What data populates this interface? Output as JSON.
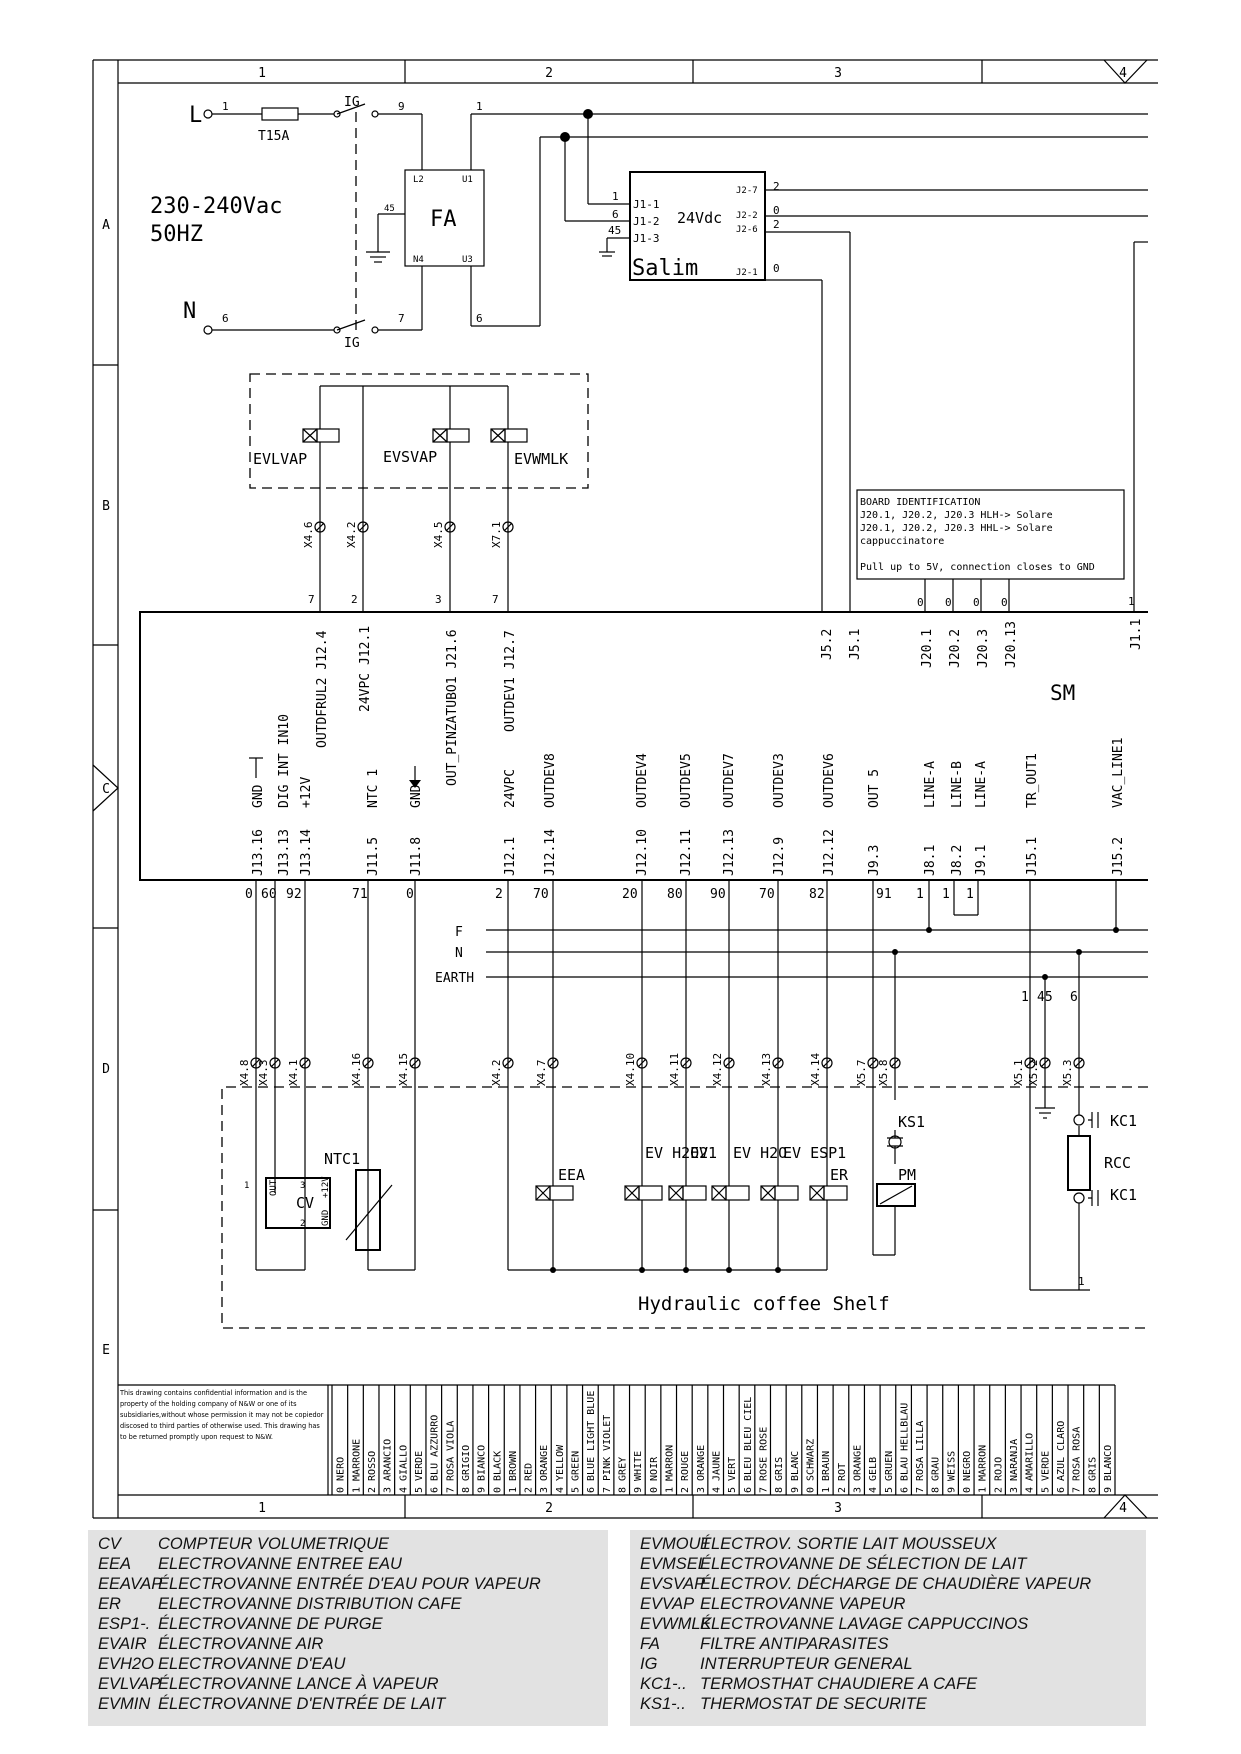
{
  "frame": {
    "columns": [
      "1",
      "2",
      "3",
      "4"
    ],
    "rows": [
      "A",
      "B",
      "C",
      "D",
      "E"
    ]
  },
  "supply": {
    "line": "L",
    "neutral": "N",
    "fuse": "T15A",
    "voltage": "230-240Vac",
    "frequency": "50HZ",
    "switch_label": "IG",
    "filter_label": "FA",
    "filter_terminals": [
      "L2",
      "U1",
      "N4",
      "U3"
    ],
    "ground_wire": "45",
    "wire_numbers": [
      "1",
      "9",
      "1",
      "6",
      "7",
      "6"
    ]
  },
  "psu": {
    "name": "Salim",
    "output": "24Vdc",
    "inputs": [
      "J1-1",
      "J1-2",
      "J1-3"
    ],
    "input_wires": [
      "1",
      "6",
      "45"
    ],
    "outputs": [
      "J2-7",
      "J2-2",
      "J2-6",
      "J2-1"
    ],
    "output_wires": [
      "2",
      "0",
      "2",
      "0"
    ]
  },
  "top_valves": {
    "labels": [
      "EVLVAP",
      "EVSVAP",
      "EVWMLK"
    ],
    "connectors": [
      "X4.6",
      "X4.2",
      "X4.5",
      "X7.1"
    ],
    "wires": [
      "7",
      "2",
      "3",
      "7"
    ]
  },
  "board_note": {
    "lines": [
      "BOARD IDENTIFICATION",
      "J20.1, J20.2, J20.3  HLH-> Solare",
      "J20.1, J20.2, J20.3  HHL-> Solare",
      "cappuccinatore",
      "",
      "Pull up to 5V, connection closes to GND"
    ],
    "bits": [
      "0",
      "0",
      "0",
      "0"
    ]
  },
  "board": {
    "name": "SM",
    "top_pins": [
      "OUTDFRUL2 J12.4",
      "24VPC J12.1",
      "OUT_PINZATUBO1 J21.6",
      "OUTDEV1 J12.7",
      "J5.2",
      "J5.1",
      "J20.1",
      "J20.2",
      "J20.3",
      "J20.13",
      "J1.1"
    ],
    "top_wire_right": "1",
    "bottom_signals": [
      "GND",
      "DIG INT IN10",
      "+12V",
      "NTC 1",
      "GND",
      "24VPC",
      "OUTDEV8",
      "OUTDEV4",
      "OUTDEV5",
      "OUTDEV7",
      "OUTDEV3",
      "OUTDEV6",
      "OUT 5",
      "LINE-A",
      "LINE-B",
      "LINE-A",
      "TR_OUT1",
      "VAC_LINE1"
    ],
    "bottom_pins": [
      "J13.16",
      "J13.13",
      "J13.14",
      "J11.5",
      "J11.8",
      "J12.1",
      "J12.14",
      "J12.10",
      "J12.11",
      "J12.13",
      "J12.9",
      "J12.12",
      "J9.3",
      "J8.1",
      "J8.2",
      "J9.1",
      "J15.1",
      "J15.2"
    ],
    "bottom_wires": [
      "0",
      "60",
      "92",
      "71",
      "0",
      "2",
      "70",
      "20",
      "80",
      "90",
      "70",
      "82",
      "91",
      "1",
      "1",
      "1"
    ]
  },
  "bus": {
    "labels": [
      "F",
      "N",
      "EARTH"
    ],
    "taps": [
      "1",
      "45",
      "6"
    ]
  },
  "shelf": {
    "title": "Hydraulic coffee Shelf",
    "connectors": [
      "X4.8",
      "X4.3",
      "X4.1",
      "X4.16",
      "X4.15",
      "X4.2",
      "X4.7",
      "X4.10",
      "X4.11",
      "X4.12",
      "X4.13",
      "X4.14",
      "X5.7",
      "X5.8",
      "X5.1",
      "X5.2",
      "X5.3"
    ],
    "components": [
      "NTC1",
      "CV",
      "EEA",
      "EV H2O2",
      "EV1",
      "EV H2O",
      "EV ESP1",
      "ER",
      "KS1",
      "PM",
      "KC1",
      "RCC",
      "KC1"
    ],
    "cv_pins": [
      "OUT",
      "3",
      "1",
      "2",
      "GND",
      "+12V"
    ],
    "bottom_wire": "1"
  },
  "confidential": "This drawing contains confidential information and is the property of the holding company of N&W or one of its subsidiaries,without whose permission it may not be copiedor discosed to third parties of otherwise used. This drawing has to be returned promptly upon request to N&W.",
  "color_codes": [
    [
      "0",
      "NERO"
    ],
    [
      "1",
      "MARRONE"
    ],
    [
      "2",
      "ROSSO"
    ],
    [
      "3",
      "ARANCIO"
    ],
    [
      "4",
      "GIALLO"
    ],
    [
      "5",
      "VERDE"
    ],
    [
      "6",
      "BLU AZZURRO"
    ],
    [
      "7",
      "ROSA VIOLA"
    ],
    [
      "8",
      "GRIGIO"
    ],
    [
      "9",
      "BIANCO"
    ],
    [
      "0",
      "BLACK"
    ],
    [
      "1",
      "BROWN"
    ],
    [
      "2",
      "RED"
    ],
    [
      "3",
      "ORANGE"
    ],
    [
      "4",
      "YELLOW"
    ],
    [
      "5",
      "GREEN"
    ],
    [
      "6",
      "BLUE LIGHT BLUE"
    ],
    [
      "7",
      "PINK VIOLET"
    ],
    [
      "8",
      "GREY"
    ],
    [
      "9",
      "WHITE"
    ],
    [
      "0",
      "NOIR"
    ],
    [
      "1",
      "MARRON"
    ],
    [
      "2",
      "ROUGE"
    ],
    [
      "3",
      "ORANGE"
    ],
    [
      "4",
      "JAUNE"
    ],
    [
      "5",
      "VERT"
    ],
    [
      "6",
      "BLEU BLEU CIEL"
    ],
    [
      "7",
      "ROSE ROSE"
    ],
    [
      "8",
      "GRIS"
    ],
    [
      "9",
      "BLANC"
    ],
    [
      "0",
      "SCHWARZ"
    ],
    [
      "1",
      "BRAUN"
    ],
    [
      "2",
      "ROT"
    ],
    [
      "3",
      "ORANGE"
    ],
    [
      "4",
      "GELB"
    ],
    [
      "5",
      "GRUEN"
    ],
    [
      "6",
      "BLAU HELLBLAU"
    ],
    [
      "7",
      "ROSA LILLA"
    ],
    [
      "8",
      "GRAU"
    ],
    [
      "9",
      "WEISS"
    ],
    [
      "0",
      "NEGRO"
    ],
    [
      "1",
      "MARRON"
    ],
    [
      "2",
      "ROJO"
    ],
    [
      "3",
      "NARANJA"
    ],
    [
      "4",
      "AMARILLO"
    ],
    [
      "5",
      "VERDE"
    ],
    [
      "6",
      "AZUL CLARO"
    ],
    [
      "7",
      "ROSA ROSA"
    ],
    [
      "8",
      "GRIS"
    ],
    [
      "9",
      "BLANCO"
    ]
  ],
  "legend_left": [
    {
      "code": "CV",
      "desc": "COMPTEUR VOLUMETRIQUE"
    },
    {
      "code": "EEA",
      "desc": "ELECTROVANNE ENTREE EAU"
    },
    {
      "code": "EEAVAP",
      "desc": "ÉLECTROVANNE ENTRÉE D'EAU POUR VAPEUR"
    },
    {
      "code": "ER",
      "desc": "ELECTROVANNE DISTRIBUTION CAFE"
    },
    {
      "code": "ESP1-.",
      "desc": "ÉLECTROVANNE DE PURGE"
    },
    {
      "code": "EVAIR",
      "desc": "ÉLECTROVANNE AIR"
    },
    {
      "code": "EVH2O",
      "desc": "ELECTROVANNE D'EAU"
    },
    {
      "code": "EVLVAP",
      "desc": "ÉLECTROVANNE LANCE À VAPEUR"
    },
    {
      "code": "EVMIN",
      "desc": "ÉLECTROVANNE D'ENTRÉE DE LAIT"
    }
  ],
  "legend_right": [
    {
      "code": "EVMOUT",
      "desc": "ÉLECTROV. SORTIE LAIT MOUSSEUX"
    },
    {
      "code": "EVMSEL",
      "desc": "ÉLECTROVANNE DE SÉLECTION DE LAIT"
    },
    {
      "code": "EVSVAP",
      "desc": "ÉLECTROV. DÉCHARGE DE CHAUDIÈRE VAPEUR"
    },
    {
      "code": "EVVAP",
      "desc": "ELECTROVANNE VAPEUR"
    },
    {
      "code": "EVWMLK",
      "desc": "ÉLECTROVANNE LAVAGE CAPPUCCINOS"
    },
    {
      "code": "FA",
      "desc": "FILTRE ANTIPARASITES"
    },
    {
      "code": "IG",
      "desc": "INTERRUPTEUR GENERAL"
    },
    {
      "code": "KC1-..",
      "desc": "TERMOSTHAT CHAUDIERE A CAFE"
    },
    {
      "code": "KS1-..",
      "desc": "THERMOSTAT DE SECURITE"
    }
  ]
}
